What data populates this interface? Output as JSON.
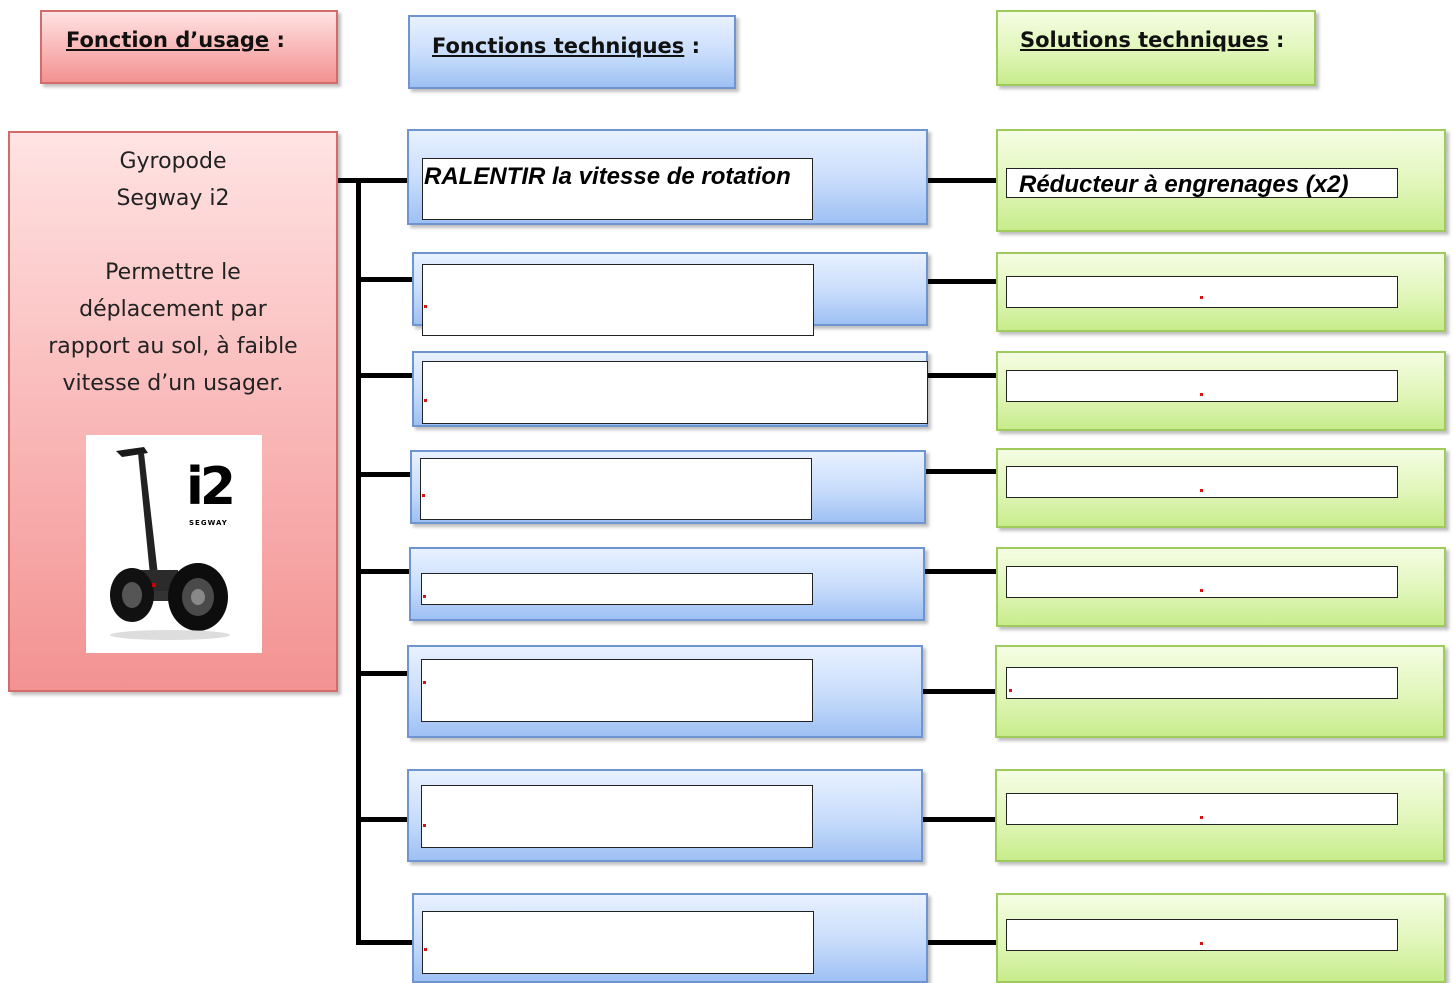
{
  "headers": {
    "usage": "Fonction d’usage",
    "techniques": "Fonctions techniques",
    "solutions": "Solutions techniques",
    "suffix": " :"
  },
  "usage_box": {
    "name_line1": "Gyropode",
    "name_line2": "Segway i2",
    "desc_line1": "Permettre le",
    "desc_line2": "déplacement par",
    "desc_line3": "rapport au sol, à faible",
    "desc_line4": "vitesse d’un usager.",
    "image_logo": "i2",
    "image_brand": "SEGWAY"
  },
  "functions": [
    {
      "value": "RALENTIR la vitesse de rotation"
    },
    {
      "value": ""
    },
    {
      "value": ""
    },
    {
      "value": ""
    },
    {
      "value": ""
    },
    {
      "value": ""
    },
    {
      "value": ""
    },
    {
      "value": ""
    }
  ],
  "solutions": [
    {
      "value": "Réducteur à engrenages (x2)"
    },
    {
      "value": ""
    },
    {
      "value": ""
    },
    {
      "value": ""
    },
    {
      "value": ""
    },
    {
      "value": ""
    },
    {
      "value": ""
    },
    {
      "value": ""
    }
  ],
  "colors": {
    "usage": "#f9b5b5",
    "techniques": "#c7dcfb",
    "solutions": "#e0f6b9",
    "marker": "#dd1111"
  }
}
